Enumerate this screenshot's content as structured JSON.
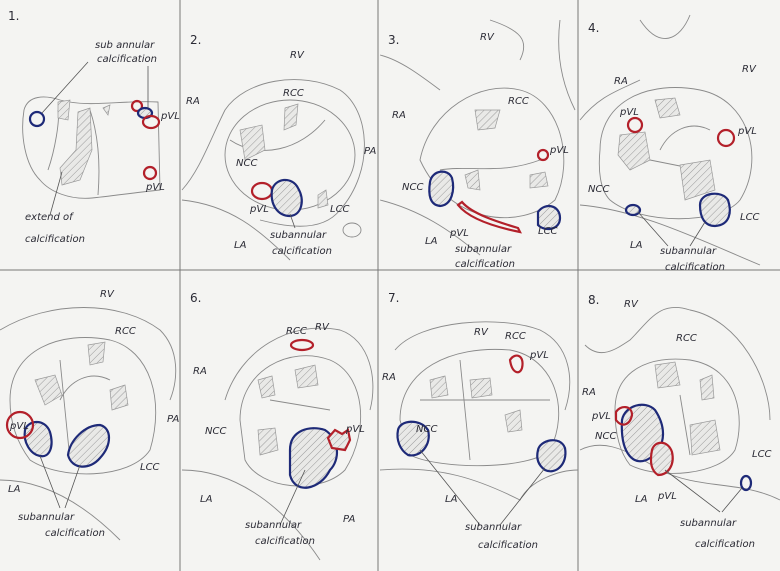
{
  "panels": [
    {
      "number": "1.",
      "labels": {
        "annot1": "sub annular",
        "annot2": "calcification",
        "pvl1": "pVL",
        "pvl2": "pVL",
        "ext1": "extend of",
        "ext2": "calcification"
      }
    },
    {
      "number": "2.",
      "labels": {
        "rv": "RV",
        "rcc": "RCC",
        "ra": "RA",
        "ncc": "NCC",
        "pa": "PA",
        "pvl": "pVL",
        "lcc": "LCC",
        "la": "LA",
        "sub1": "subannular",
        "sub2": "calcification"
      }
    },
    {
      "number": "3.",
      "labels": {
        "rv": "RV",
        "ra": "RA",
        "rcc": "RCC",
        "pvl1": "pVL",
        "ncc": "NCC",
        "la": "LA",
        "pvl2": "pVL",
        "lcc": "LCC",
        "sub1": "subannular",
        "sub2": "calcification"
      }
    },
    {
      "number": "4.",
      "labels": {
        "ra": "RA",
        "rv": "RV",
        "pvl1": "pVL",
        "pvl2": "pVL",
        "ncc": "NCC",
        "la": "LA",
        "lcc": "LCC",
        "sub1": "subannular",
        "sub2": "calcification"
      }
    },
    {
      "number": "",
      "labels": {
        "rv": "RV",
        "rcc": "RCC",
        "pvl": "pVL",
        "pa": "PA",
        "lcc": "LCC",
        "la": "LA",
        "sub1": "subannular",
        "sub2": "calcification"
      }
    },
    {
      "number": "6.",
      "labels": {
        "rv": "RV",
        "rcc": "RCC",
        "ra": "RA",
        "ncc": "NCC",
        "pvl": "pVL",
        "la": "LA",
        "pa": "PA",
        "sub1": "subannular",
        "sub2": "calcification"
      }
    },
    {
      "number": "7.",
      "labels": {
        "rv": "RV",
        "rcc": "RCC",
        "pvl": "pVL",
        "ra": "RA",
        "ncc": "NCC",
        "la": "LA",
        "sub1": "subannular",
        "sub2": "calcification"
      }
    },
    {
      "number": "8.",
      "labels": {
        "rv": "RV",
        "rcc": "RCC",
        "ra": "RA",
        "pvl1": "pVL",
        "ncc": "NCC",
        "lcc": "LCC",
        "la": "LA",
        "pvl2": "pVL",
        "sub1": "subannular",
        "sub2": "calcification"
      }
    }
  ],
  "colors": {
    "paravalvular_leak": "#b3202a",
    "subannular_calcification": "#1e2a78",
    "pencil": "#8a8a8a"
  }
}
